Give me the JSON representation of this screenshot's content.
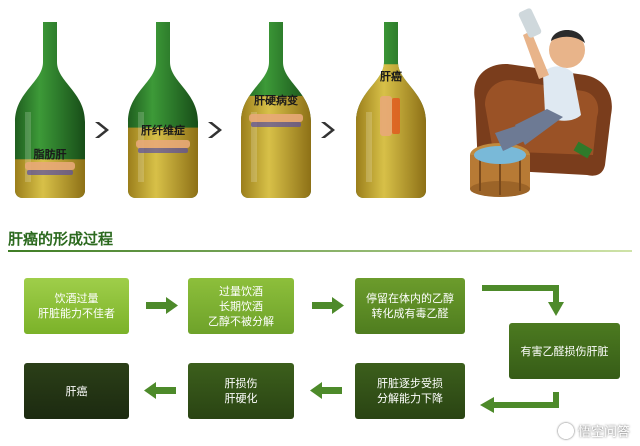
{
  "bottles": [
    {
      "label": "脂肪肝",
      "level": 0.22
    },
    {
      "label": "肝纤维症",
      "level": 0.4
    },
    {
      "label": "肝硬病变",
      "level": 0.58
    },
    {
      "label": "肝癌",
      "level": 0.76
    }
  ],
  "section": {
    "title": "肝癌的形成过程"
  },
  "flow": {
    "step1": {
      "line1": "饮酒过量",
      "line2": "肝脏能力不佳者"
    },
    "step2": {
      "line1": "过量饮酒",
      "line2": "长期饮酒",
      "line3": "乙醇不被分解"
    },
    "step3": {
      "line1": "停留在体内的乙醇",
      "line2": "转化成有毒乙醛"
    },
    "step4": {
      "line1": "有害乙醛损伤肝脏"
    },
    "step5": {
      "line1": "肝脏逐步受损",
      "line2": "分解能力下降"
    },
    "step6": {
      "line1": "肝损伤",
      "line2": "肝硬化"
    },
    "step7": {
      "line1": "肝癌"
    }
  },
  "watermark": {
    "text": "悟空问答"
  },
  "colors": {
    "bottle": "#2f7a2a",
    "beer": "#d9b02c",
    "arrow": "#4d8a2a",
    "title": "#2c6a1f"
  }
}
